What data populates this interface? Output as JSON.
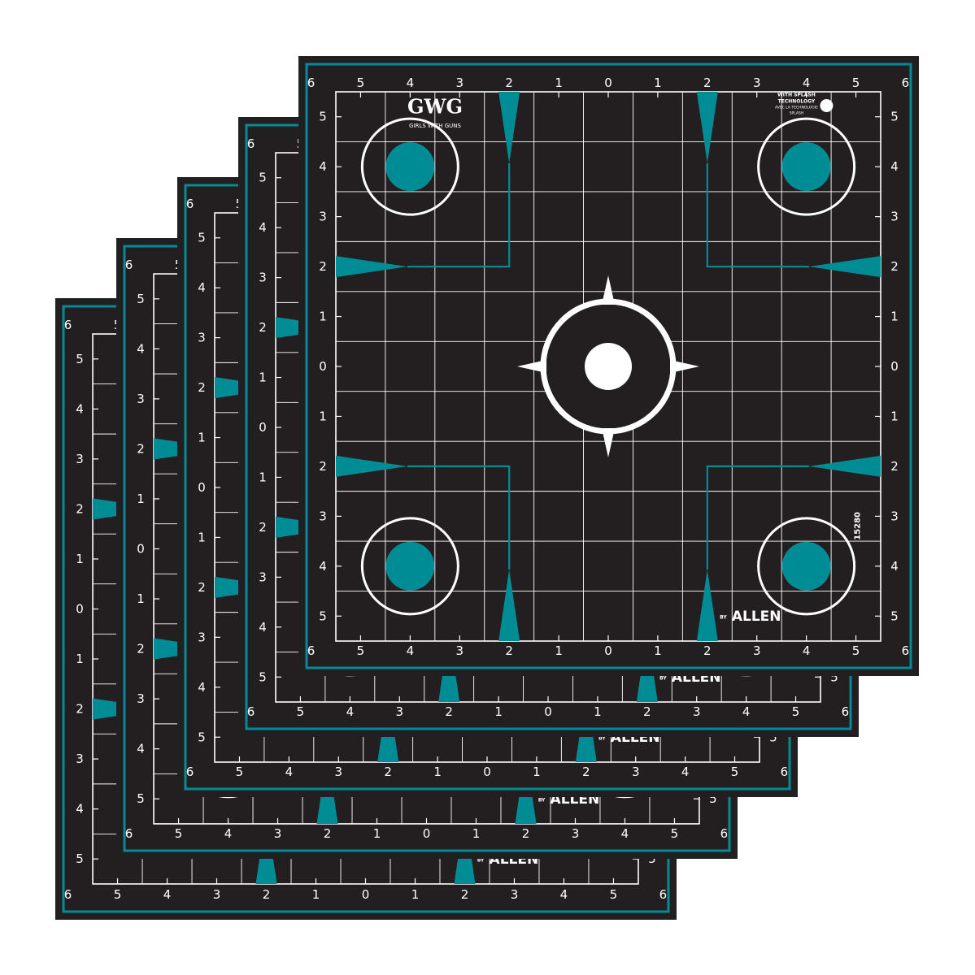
{
  "image": {
    "description_subject": "Stack of five square grid sight-in targets",
    "colors": {
      "background": "#ffffff",
      "sheet": "#231f20",
      "accent": "#008c95",
      "grid": "#ffffff",
      "aim": "#ffffff"
    }
  },
  "targets": {
    "count": 5,
    "tick_labels": [
      "6",
      "5",
      "4",
      "3",
      "2",
      "1",
      "0",
      "1",
      "2",
      "3",
      "4",
      "5",
      "6"
    ],
    "brand_label": "ALLEN",
    "brand_prefix": "BY",
    "trademark": "™",
    "product_number": "15280",
    "gwg_logo": "GWG",
    "gwg_tagline": "GIRLS WITH GUNS",
    "splash_badge_line1": "WITH SPLASH",
    "splash_badge_line2": "TECHNOLOGY",
    "splash_badge_line3": "AVEC LA TECHNOLOGIE",
    "splash_badge_line4": "SPLASH"
  }
}
